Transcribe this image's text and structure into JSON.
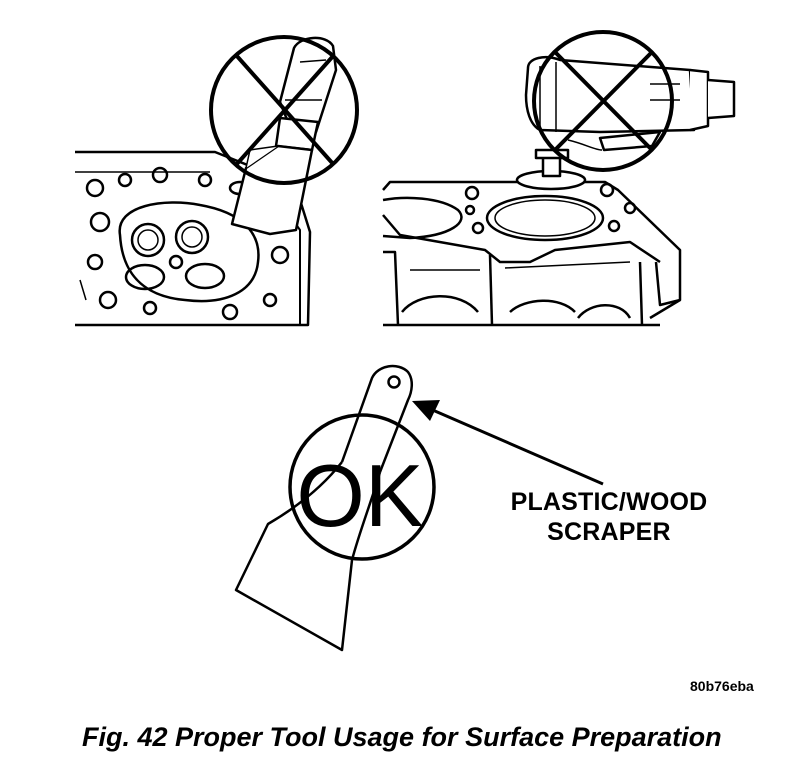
{
  "callout": {
    "line1": "PLASTIC/WOOD",
    "line2": "SCRAPER"
  },
  "ok_label": "OK",
  "figure_code": "80b76eba",
  "caption": "Fig. 42 Proper Tool Usage for Surface Preparation",
  "colors": {
    "ink": "#000000",
    "paper": "#ffffff"
  }
}
